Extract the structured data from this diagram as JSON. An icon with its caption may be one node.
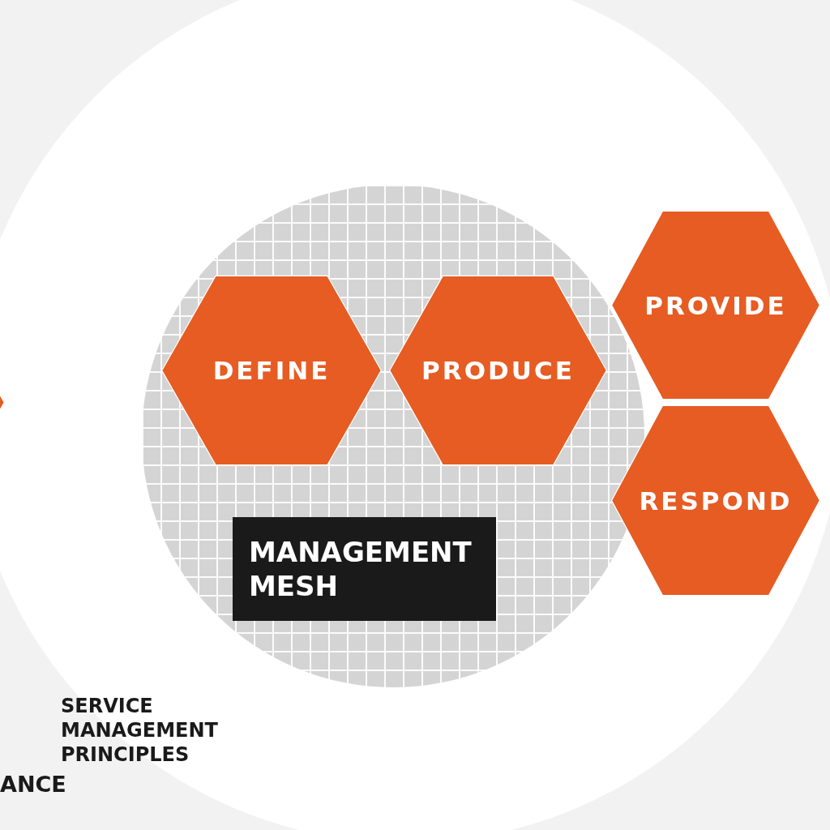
{
  "diagram": {
    "nodes": [
      {
        "text": [
          "SERVICE MANAGEMENT PRINCIPLES"
        ]
      },
      {
        "text": [],
        "shape": "hexagon"
      },
      {
        "text": [],
        "shape": "circle",
        "in": 0
      },
      {
        "text": [
          "DEFINE"
        ],
        "in": 2
      },
      {
        "text": [
          "PRODUCE"
        ],
        "in": 2
      },
      {
        "text": [
          "PROVIDE"
        ],
        "in": 0
      },
      {
        "text": [
          "RESPOND"
        ],
        "in": 0
      },
      {
        "text": [
          "MANAGEMENT MESH"
        ],
        "in": 2
      }
    ],
    "labels": [
      "ANCE"
    ]
  }
}
